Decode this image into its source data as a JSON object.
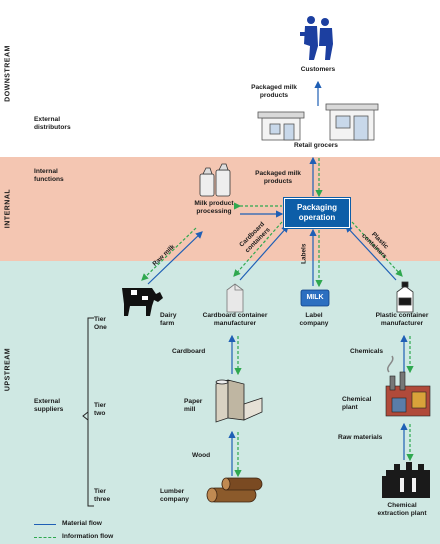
{
  "colors": {
    "downstream_band": "#ffffff",
    "internal_band": "#f4c6b2",
    "upstream_band": "#cfe8e3",
    "material_flow": "#1f5fb5",
    "information_flow": "#2fa84f",
    "packaging_box": "#0d5ea8"
  },
  "zones": {
    "downstream": "DOWNSTREAM",
    "internal": "INTERNAL",
    "upstream": "UPSTREAM"
  },
  "labels": {
    "external_distributors": "External\ndistributors",
    "internal_functions": "Internal\nfunctions",
    "external_suppliers": "External\nsuppliers",
    "tier_one": "Tier\nOne",
    "tier_two": "Tier\ntwo",
    "tier_three": "Tier\nthree"
  },
  "nodes": {
    "customers": "Customers",
    "packaged_milk_products_top": "Packaged milk\nproducts",
    "retail_grocers": "Retail grocers",
    "packaged_milk_products_mid": "Packaged milk\nproducts",
    "packaging_operation": "Packaging\noperation",
    "milk_product_processing": "Milk product\nprocessing",
    "dairy_farm": "Dairy\nfarm",
    "cardboard_manufacturer": "Cardboard container\nmanufacturer",
    "label_company": "Label\ncompany",
    "plastic_manufacturer": "Plastic container\nmanufacturer",
    "cardboard": "Cardboard",
    "paper_mill": "Paper\nmill",
    "wood": "Wood",
    "lumber_company": "Lumber\ncompany",
    "chemicals": "Chemicals",
    "chemical_plant": "Chemical\nplant",
    "raw_materials": "Raw materials",
    "chemical_extraction_plant": "Chemical\nextraction plant"
  },
  "flow_labels": {
    "raw_milk": "Raw milk",
    "cardboard_containers": "Cardboard\ncontainers",
    "labels": "Labels",
    "plastic_containers": "Plastic\ncontainers"
  },
  "label_badge": "MILK",
  "legend": {
    "material_flow": "Material flow",
    "information_flow": "Information flow"
  }
}
